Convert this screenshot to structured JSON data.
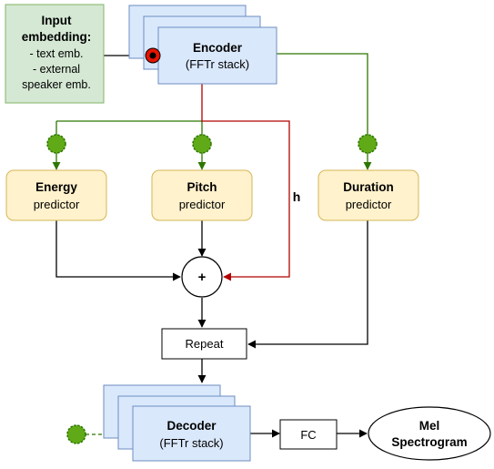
{
  "input_box": {
    "title_line1": "Input",
    "title_line2": "embedding:",
    "item1": "- text emb.",
    "item2": "- external",
    "item3": "speaker emb."
  },
  "encoder": {
    "title": "Encoder",
    "subtitle": "(FFTr stack)"
  },
  "energy": {
    "title": "Energy",
    "subtitle": "predictor"
  },
  "pitch": {
    "title": "Pitch",
    "subtitle": "predictor"
  },
  "duration": {
    "title": "Duration",
    "subtitle": "predictor"
  },
  "h_label": "h",
  "sum_symbol": "+",
  "repeat_label": "Repeat",
  "decoder": {
    "title": "Decoder",
    "subtitle": "(FFTr stack)"
  },
  "fc_label": "FC",
  "mel": {
    "line1": "Mel",
    "line2": "Spectrogram"
  },
  "colors": {
    "input_fill": "#d5e8d4",
    "input_stroke": "#82b366",
    "stack_fill": "#dae8fc",
    "stack_stroke": "#6c8ebf",
    "predictor_fill": "#fff2cc",
    "predictor_stroke": "#d6b656",
    "green_line": "#2d7600",
    "red_line": "#b20000",
    "gear_fill": "#60a917",
    "red_dot": "#e51400"
  }
}
